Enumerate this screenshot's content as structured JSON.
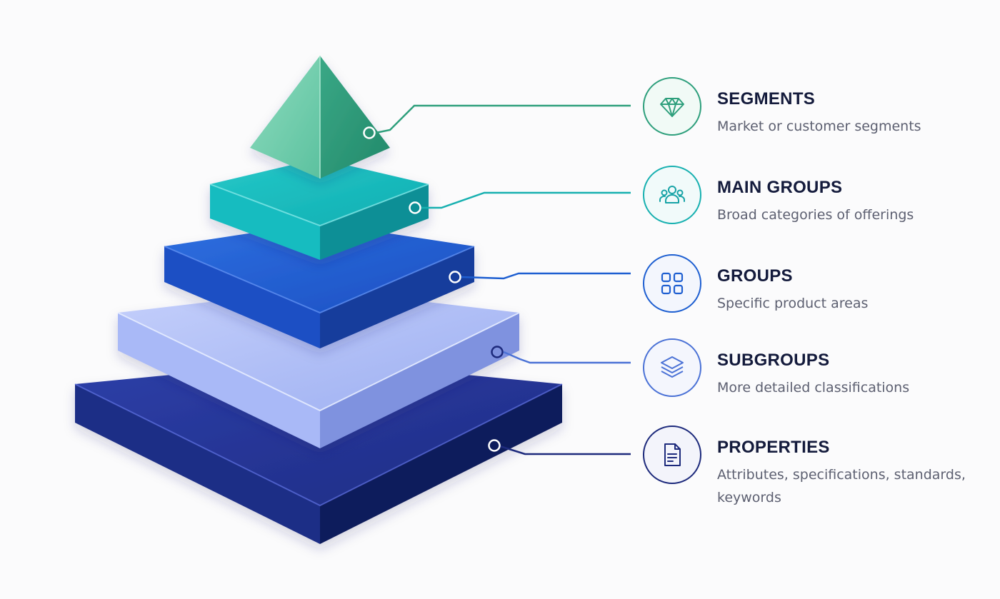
{
  "levels": [
    {
      "title": "SEGMENTS",
      "description": "Market or customer segments",
      "icon": "diamond-icon",
      "color": "#2e9f7c"
    },
    {
      "title": "MAIN GROUPS",
      "description": "Broad categories of offerings",
      "icon": "people-group-icon",
      "color": "#17b0b0"
    },
    {
      "title": "GROUPS",
      "description": "Specific product areas",
      "icon": "grid-icon",
      "color": "#1e5fd1"
    },
    {
      "title": "SUBGROUPS",
      "description": "More detailed classifications",
      "icon": "layers-icon",
      "color": "#4b72d6"
    },
    {
      "title": "PROPERTIES",
      "description": "Attributes, specifications, standards, keywords",
      "icon": "document-icon",
      "color": "#1d2a7c"
    }
  ],
  "colors": {
    "background": "#fbfbfc",
    "title": "#141b3c",
    "description": "#5d6071"
  }
}
